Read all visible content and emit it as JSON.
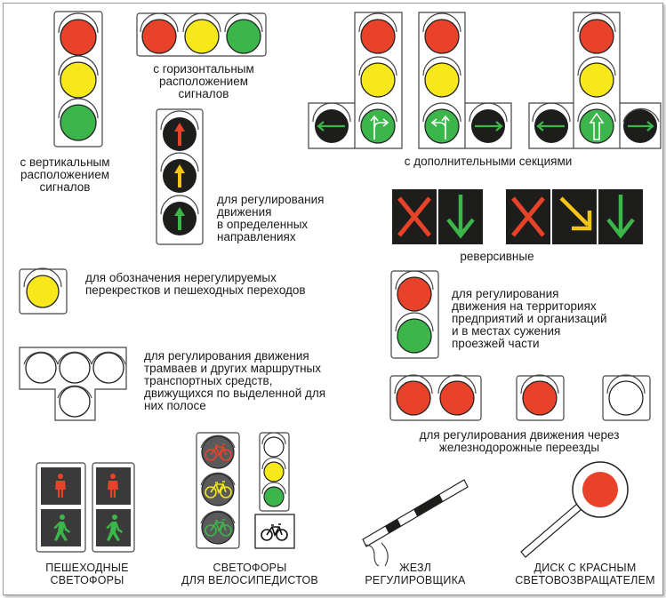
{
  "colors": {
    "red": "#e8432a",
    "yellow": "#f6e81a",
    "green": "#3cb54a",
    "dark": "#1d1d1b",
    "white": "#ffffff",
    "arrow_yellow": "#f3c616"
  },
  "icons": [
    "arrow-icon",
    "pedestrian-icon",
    "bicycle-icon",
    "cross-icon"
  ],
  "captions": {
    "vertical": "с вертикальным\nрасположением\nсигналов",
    "horizontal": "с горизонтальным\nрасположением\nсигналов",
    "additional": "с дополнительными секциями",
    "directions": "для регулирования\nдвижения\nв определенных\nнаправлениях",
    "reversible": "реверсивные",
    "unregulated": "для обозначения нерегулируемых\nперекрестков и пешеходных переходов",
    "enterprises": "для регулирования\nдвижения на территориях\nпредприятий и организаций\nи в местах сужения\nпроезжей части",
    "trams": "для регулирования движения\nтрамваев и других маршрутных\nтранспортных средств,\nдвижущихся по выделенной для\nних полосе",
    "railway": "для регулирования движения через\nжелезнодорожные переезды",
    "pedestrian": "ПЕШЕХОДНЫЕ\nСВЕТОФОРЫ",
    "bicycle": "СВЕТОФОРЫ\nДЛЯ ВЕЛОСИПЕДИСТОВ",
    "baton": "ЖЕЗЛ\nРЕГУЛИРОВЩИКА",
    "disc": "ДИСК С КРАСНЫМ\nСВЕТОВОЗВРАЩАТЕЛЕМ"
  }
}
